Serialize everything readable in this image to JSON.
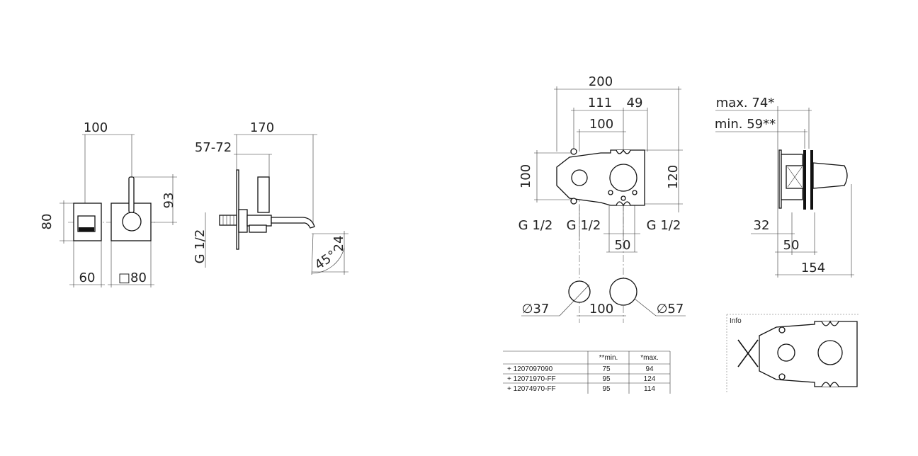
{
  "front_view": {
    "dim_width": "100",
    "dim_height": "80",
    "dim_handle": "93",
    "dim_left": "60",
    "dim_right": "□80"
  },
  "side_view": {
    "dim_length": "170",
    "dim_range": "57-72",
    "dim_thread": "G 1/2",
    "dim_angle": "45°",
    "dim_spout": "24"
  },
  "box_view": {
    "dim_width": "200",
    "dim_a": "111",
    "dim_b": "49",
    "dim_c": "100",
    "dim_height_left": "100",
    "dim_height_right": "120",
    "dim_g1": "G 1/2",
    "dim_g2": "G 1/2",
    "dim_g3": "G 1/2",
    "dim_d": "50",
    "dim_hole_a": "∅37",
    "dim_hole_dist": "100",
    "dim_hole_b": "∅57"
  },
  "depth_view": {
    "dim_max": "max. 74*",
    "dim_min": "min. 59**",
    "dim_32": "32",
    "dim_50": "50",
    "dim_154": "154"
  },
  "info_label": "Info",
  "table": {
    "headers": [
      "",
      "**min.",
      "*max."
    ],
    "rows": [
      [
        "+ 1207097090",
        "75",
        "94"
      ],
      [
        "+ 12071970-FF",
        "95",
        "124"
      ],
      [
        "+ 12074970-FF",
        "95",
        "114"
      ]
    ]
  }
}
